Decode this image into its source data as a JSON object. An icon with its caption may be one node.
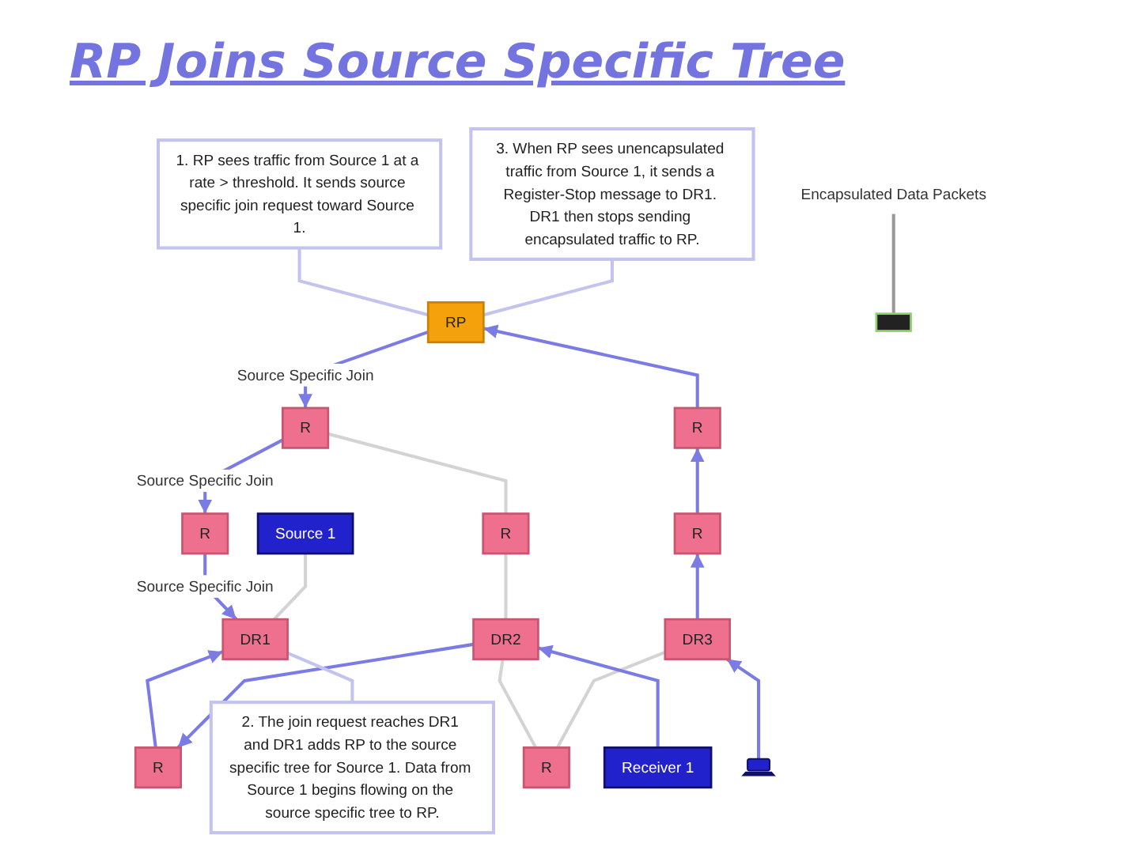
{
  "diagram": {
    "title": "RP Joins Source Specific Tree",
    "nodes": [
      {
        "text": [
          "1. RP sees traffic from Source 1 at a rate > threshold. It sends source specific join request toward Source 1."
        ]
      },
      {
        "text": [
          "RP"
        ]
      },
      {
        "text": [
          "3. When RP sees unencapsulated traffic from Source 1, it sends a Register-Stop message to DR1. DR1 then stops sending encapsulated traffic to RP."
        ]
      },
      {
        "text": [
          "R"
        ]
      },
      {
        "text": [
          "R"
        ]
      },
      {
        "text": [
          "R"
        ]
      },
      {
        "text": [
          "R"
        ]
      },
      {
        "text": [
          "R"
        ]
      },
      {
        "text": [
          "Encapsulated Data Packets"
        ]
      },
      {
        "text": [],
        "shape": "box"
      },
      {
        "text": [
          "Source 1"
        ]
      },
      {
        "text": [
          "DR1"
        ]
      },
      {
        "text": [
          "R"
        ]
      },
      {
        "text": [
          "DR2"
        ]
      },
      {
        "text": [
          "R"
        ]
      },
      {
        "text": [
          "DR3"
        ]
      },
      {
        "text": [],
        "shape": "picture"
      },
      {
        "text": [
          "2. The join request reaches DR1 and DR1 adds RP to the source specific tree for Source 1. Data from Source 1 begins flowing on the source specific tree to RP."
        ]
      },
      {
        "text": [
          "Receiver 1"
        ]
      }
    ],
    "edges": [
      {
        "from": 0,
        "to": 1,
        "arrow": "none",
        "color": "#c3c3f0"
      },
      {
        "from": 1,
        "to": 2,
        "arrow": "none",
        "color": "#c3c3f0"
      },
      {
        "from": 1,
        "to": 3,
        "arrow": "to",
        "label": "Source Specific Join"
      },
      {
        "from": 4,
        "to": 1,
        "arrow": "to"
      },
      {
        "from": 3,
        "to": 5,
        "arrow": "to",
        "label": "Source Specific Join"
      },
      {
        "from": 3,
        "to": 6,
        "arrow": "none",
        "color": "#d3d3d3"
      },
      {
        "from": 7,
        "to": 4,
        "arrow": "to"
      },
      {
        "from": 8,
        "to": 9,
        "arrow": "none",
        "color": "#999999"
      },
      {
        "from": 5,
        "to": 11,
        "arrow": "to",
        "label": "Source Specific Join"
      },
      {
        "from": 6,
        "to": 13,
        "arrow": "none",
        "color": "#d3d3d3"
      },
      {
        "from": 15,
        "to": 7,
        "arrow": "to"
      },
      {
        "from": 10,
        "to": 11,
        "arrow": "none",
        "color": "#d3d3d3"
      },
      {
        "from": 12,
        "to": 11,
        "arrow": "to"
      },
      {
        "from": 13,
        "to": 12,
        "arrow": "to"
      },
      {
        "from": 13,
        "to": 14,
        "arrow": "none",
        "color": "#d3d3d3"
      },
      {
        "from": 14,
        "to": 15,
        "arrow": "none",
        "color": "#d3d3d3"
      },
      {
        "from": 16,
        "to": 15,
        "arrow": "to"
      },
      {
        "from": 11,
        "to": 17,
        "arrow": "none",
        "color": "#c3c3f0"
      },
      {
        "from": 18,
        "to": 13,
        "arrow": "to"
      }
    ]
  }
}
